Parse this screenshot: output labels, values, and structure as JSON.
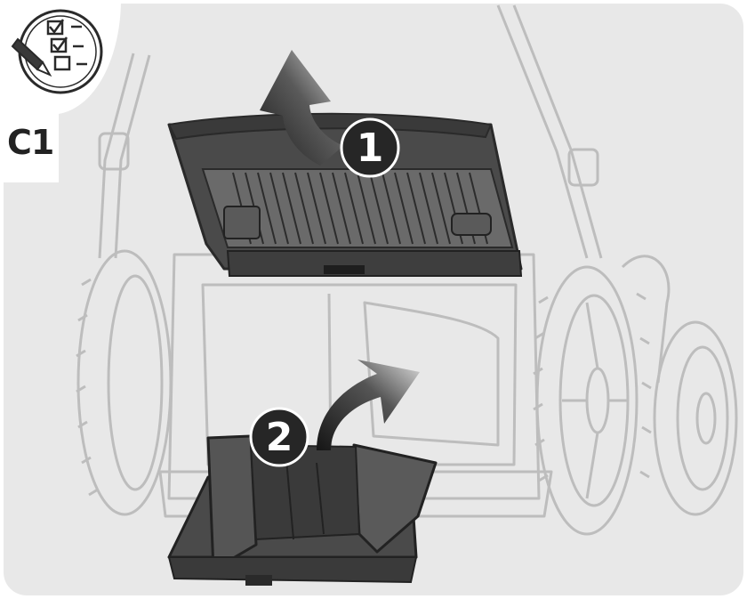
{
  "step": {
    "label": "C1"
  },
  "callouts": [
    {
      "number": "1"
    },
    {
      "number": "2"
    }
  ],
  "icons": {
    "checklist": "checklist-pen-icon"
  },
  "colors": {
    "background": "#e8e8e8",
    "frame": "#ffffff",
    "part": "#4a4a4a",
    "badge": "#262626",
    "outline": "#bdbdbd"
  }
}
